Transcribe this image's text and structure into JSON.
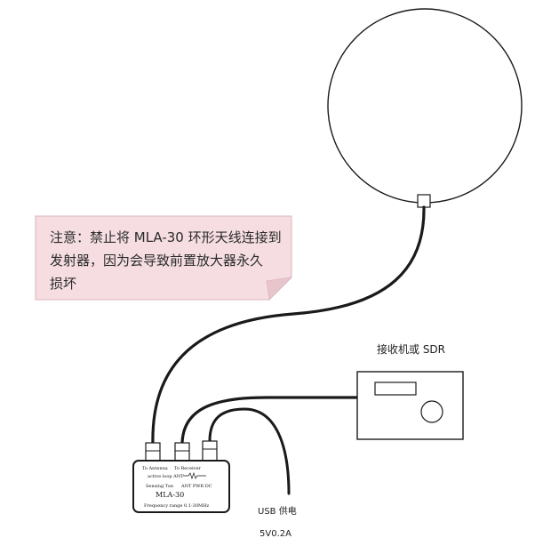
{
  "note": {
    "lines": [
      "注意：禁止将 MLA-30 环形天线连接到",
      "发射器，因为会导致前置放大器永久",
      "损坏"
    ],
    "background_color": "#f5dde2"
  },
  "receiver": {
    "label": "接收机或 SDR"
  },
  "usb": {
    "label": "USB 供电",
    "spec": "5V0.2A"
  },
  "amplifier_box": {
    "top_left": "To Antenna",
    "top_right": "To Receiver",
    "row1": "active loop ANT",
    "row2_left": "Sensing Ton",
    "row2_right": "ANT PWR DC",
    "model": "MLA-30",
    "row4_left": "Frequency range",
    "row4_right": "0.1-30MHz"
  },
  "colors": {
    "line": "#1a1a1a",
    "note_fill": "#f5dde2",
    "note_fold": "#e8c4cb"
  }
}
